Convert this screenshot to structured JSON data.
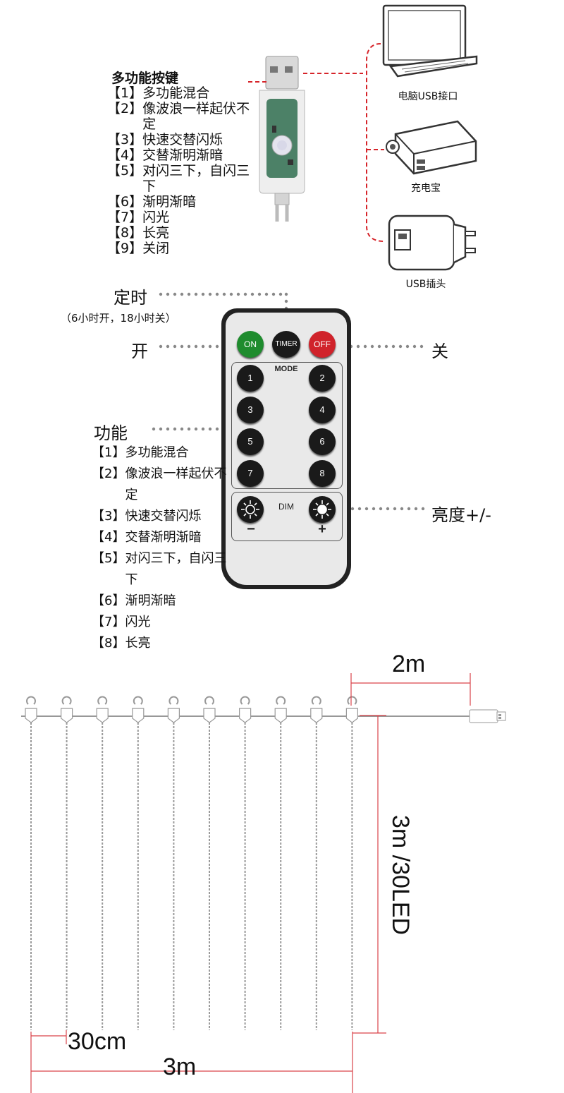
{
  "usb_functions": {
    "title": "多功能按键",
    "items": [
      {
        "num": "【1】",
        "text": "多功能混合"
      },
      {
        "num": "【2】",
        "text": "像波浪一样起伏不定"
      },
      {
        "num": "【3】",
        "text": "快速交替闪烁"
      },
      {
        "num": "【4】",
        "text": "交替渐明渐暗"
      },
      {
        "num": "【5】",
        "text": "对闪三下，自闪三下"
      },
      {
        "num": "【6】",
        "text": "渐明渐暗"
      },
      {
        "num": "【7】",
        "text": "闪光"
      },
      {
        "num": "【8】",
        "text": "长亮"
      },
      {
        "num": "【9】",
        "text": "关闭"
      }
    ]
  },
  "power_sources": {
    "laptop": "电脑USB接口",
    "power_bank": "充电宝",
    "usb_plug": "USB插头"
  },
  "remote": {
    "timer_label": "定时",
    "timer_note": "（6小时开，18小时关）",
    "on_label": "开",
    "off_label": "关",
    "btn_on": "ON",
    "btn_timer": "TIMER",
    "btn_off": "OFF",
    "mode_label": "MODE",
    "mode_buttons": [
      "1",
      "2",
      "3",
      "4",
      "5",
      "6",
      "7",
      "8"
    ],
    "dim_label": "DIM",
    "minus": "−",
    "plus": "+",
    "brightness_label": "亮度+/-",
    "colors": {
      "on": "#1f8c2e",
      "off": "#d0232b",
      "body": "#e9e9e9",
      "key": "#1a1a1a"
    }
  },
  "remote_functions": {
    "title": "功能",
    "items": [
      {
        "num": "【1】",
        "text": "多功能混合"
      },
      {
        "num": "【2】",
        "text": "像波浪一样起伏不定"
      },
      {
        "num": "【3】",
        "text": "快速交替闪烁"
      },
      {
        "num": "【4】",
        "text": "交替渐明渐暗"
      },
      {
        "num": "【5】",
        "text": "对闪三下，自闪三下"
      },
      {
        "num": "【6】",
        "text": "渐明渐暗"
      },
      {
        "num": "【7】",
        "text": "闪光"
      },
      {
        "num": "【8】",
        "text": "长亮"
      }
    ]
  },
  "dimensions": {
    "lead_cable": "2m",
    "strand": "3m /30LED",
    "spacing": "30cm",
    "width": "3m",
    "strand_count": 10
  },
  "colors": {
    "dashed_line": "#d6242a",
    "dim_line": "#d9434a",
    "dots": "#888888"
  }
}
